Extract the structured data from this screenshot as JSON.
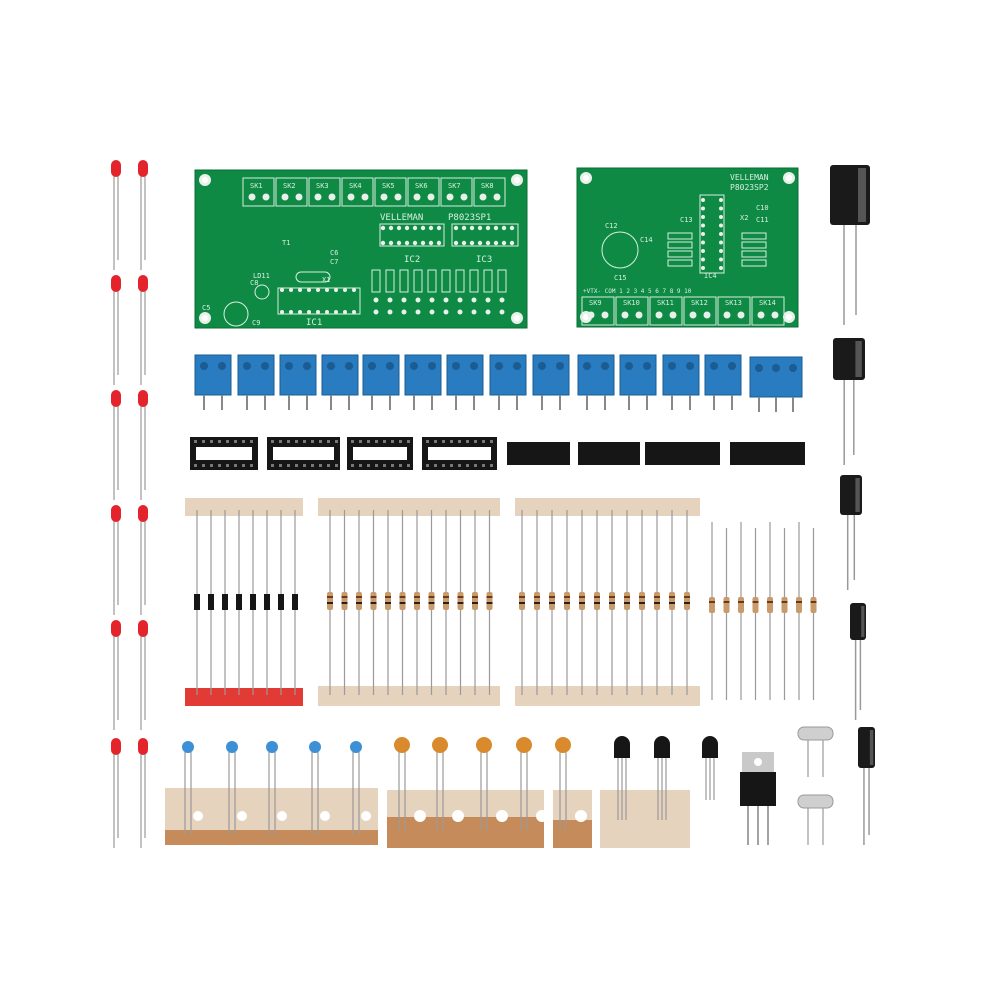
{
  "scene": {
    "description_label": "",
    "colors": {
      "background": "#ffffff",
      "pcb_green": "#0e8a45",
      "pcb_trace": "#1a9d55",
      "silkscreen": "#d8efe0",
      "pad": "#e9efe9",
      "terminal_blue": "#2a7cc0",
      "led_red": "#e3242b",
      "resistor_body": "#c99a6a",
      "tape_beige": "#e6d3bd",
      "tape_red": "#e23a35",
      "tape_brown": "#c58b5a",
      "ceramic_blue": "#3d8fd6",
      "ceramic_orange": "#d98a2c",
      "black": "#161616"
    }
  },
  "pcb_main": {
    "brand": "VELLEMAN",
    "part": "P8023SP1",
    "connectors": [
      "SK1",
      "SK2",
      "SK3",
      "SK4",
      "SK5",
      "SK6",
      "SK7",
      "SK8"
    ],
    "ic_labels": [
      "IC1",
      "IC2",
      "IC3"
    ],
    "misc_labels": [
      "C5",
      "C6",
      "C7",
      "C8",
      "C9",
      "X1",
      "LD11",
      "T1"
    ]
  },
  "pcb_secondary": {
    "brand": "VELLEMAN",
    "part": "P8023SP2",
    "connectors": [
      "SK9",
      "SK10",
      "SK11",
      "SK12",
      "SK13",
      "SK14"
    ],
    "ic_labels": [
      "IC4"
    ],
    "header_text": "+VTX-  COM  1  2  3  4  5  6  7  8  9  10",
    "misc_labels": [
      "C10",
      "C11",
      "C12",
      "C13",
      "C14",
      "C15",
      "X2"
    ]
  }
}
